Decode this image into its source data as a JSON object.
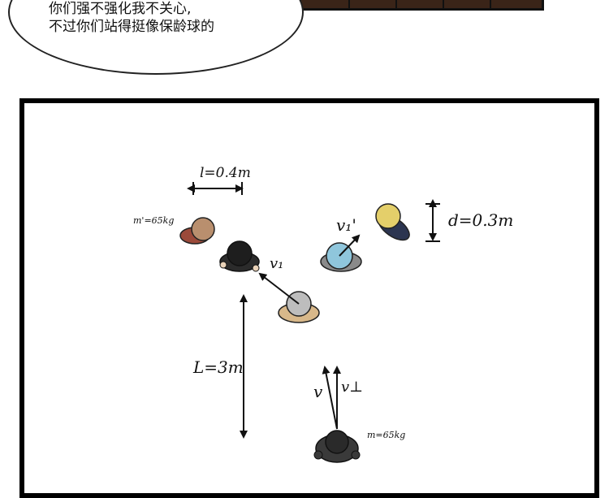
{
  "speech_bubble": {
    "line1": "你们强不强化我不关心,",
    "line2": "不过你们站得挺像保龄球的"
  },
  "diagram": {
    "label_l": "l=0.4m",
    "label_m_prime": "m'=65kg",
    "label_d": "d=0.3m",
    "label_L": "L=3m",
    "label_m": "m=65kg",
    "label_v": "v",
    "label_v_perp": "v⊥",
    "label_v1": "v₁",
    "label_v1_prime": "v₁'"
  },
  "colors": {
    "panel_border": "#000000",
    "shelf": "#3a2418",
    "hair_brown": "#b98f6e",
    "hair_black": "#1e1e1e",
    "hair_gray": "#bdbdbd",
    "hair_blue": "#8fc6dc",
    "hair_blonde": "#e4cf6a",
    "player_black": "#2a2a2a"
  }
}
